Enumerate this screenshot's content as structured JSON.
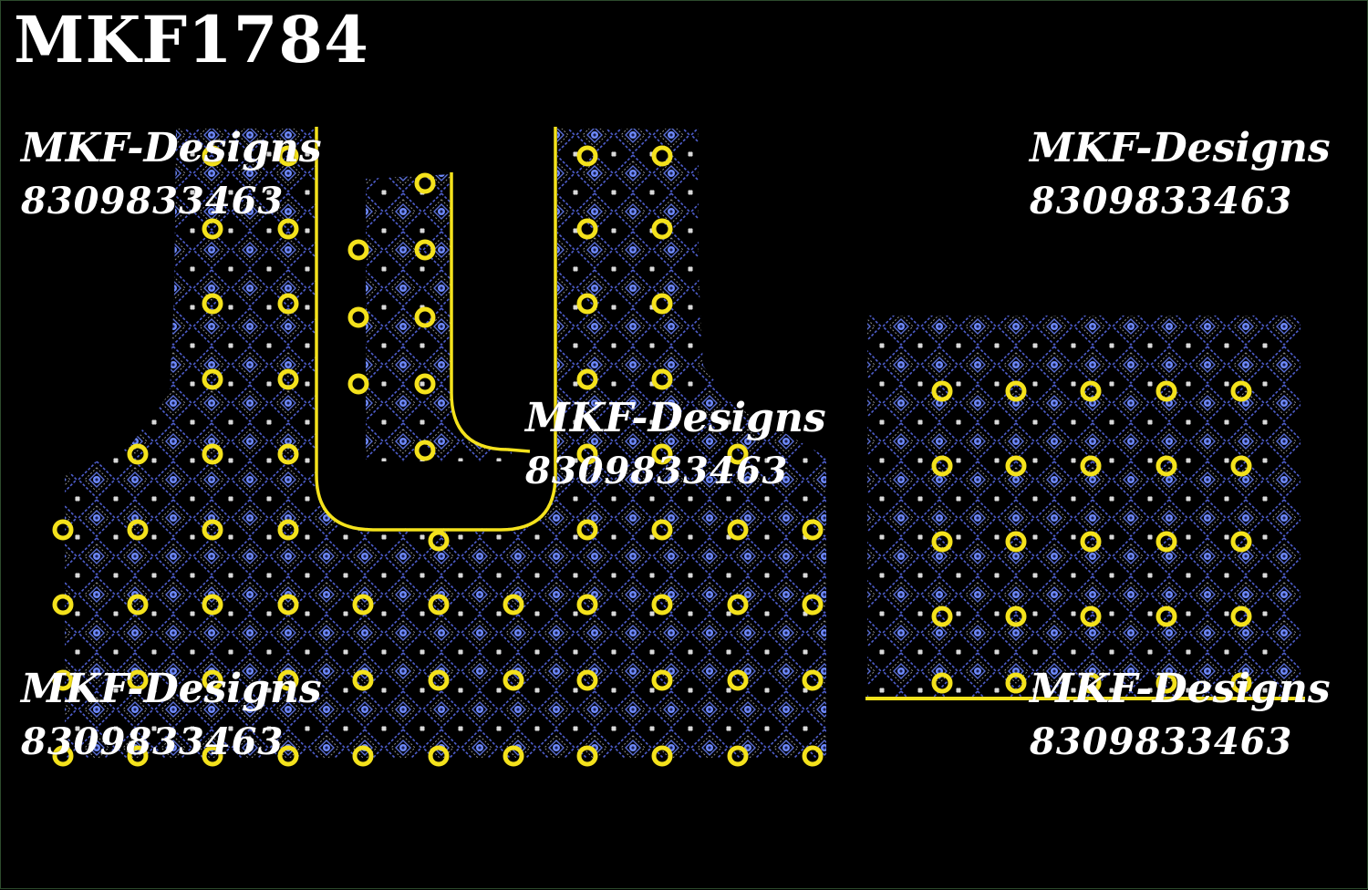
{
  "design_code": "MKF1784",
  "watermarks": [
    {
      "brand": "MKF-Designs",
      "phone": "8309833463"
    },
    {
      "brand": "MKF-Designs",
      "phone": "8309833463"
    },
    {
      "brand": "MKF-Designs",
      "phone": "8309833463"
    },
    {
      "brand": "MKF-Designs",
      "phone": "8309833463"
    },
    {
      "brand": "MKF-Designs",
      "phone": "8309833463"
    }
  ],
  "colors": {
    "background": "#000000",
    "motif_blue": "#5b6fd6",
    "motif_dot": "#7aa0ff",
    "ring_yellow": "#f4e21c",
    "stitch_white": "#e9e9e9"
  },
  "icons": {
    "motif": "diamond-lattice-embroidery",
    "ring": "yellow-sequin-ring"
  }
}
